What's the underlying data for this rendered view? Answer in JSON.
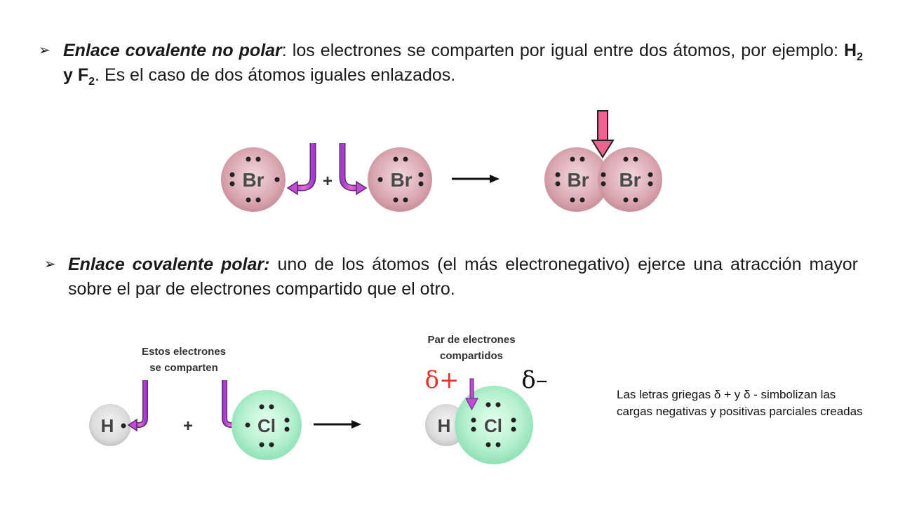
{
  "nonpolar": {
    "bullet": "➢",
    "term": "Enlace covalente no polar",
    "colon": ":",
    "text1": " los electrones se comparten por igual entre dos átomos, por ejemplo: ",
    "h": "H",
    "h_sub": "2",
    "y": " y ",
    "f": "F",
    "f_sub": "2",
    "text2": ". Es el caso de dos átomos iguales enlazados."
  },
  "polar": {
    "bullet": "➢",
    "term": "Enlace covalente polar:",
    "text": " uno de los átomos (el más electronegativo) ejerce una atracción mayor sobre el par de electrones compartido que el otro."
  },
  "diagram_top": {
    "atom_left": "Br",
    "atom_right": "Br",
    "plus": "+",
    "product_left": "Br",
    "product_right": "Br"
  },
  "diagram_bottom": {
    "label_shared_1": "Estos electrones",
    "label_shared_2": "se comparten",
    "atom_h": "H",
    "plus": "+",
    "atom_cl": "Cl",
    "label_pair_1": "Par de electrones",
    "label_pair_2": "compartidos",
    "delta_plus": "δ+",
    "delta_minus": "δ–",
    "product_h": "H",
    "product_cl": "Cl"
  },
  "note": "Las letras griegas δ + y δ - simbolizan las cargas negativas y positivas parciales creadas",
  "colors": {
    "br_atom": "#d9a7b2",
    "h_atom": "#e2e2e2",
    "cl_atom": "#b9f2d3",
    "purple_arrow": "#c24ad6",
    "pink_arrow": "#f06292",
    "delta_red": "#e8312a"
  }
}
